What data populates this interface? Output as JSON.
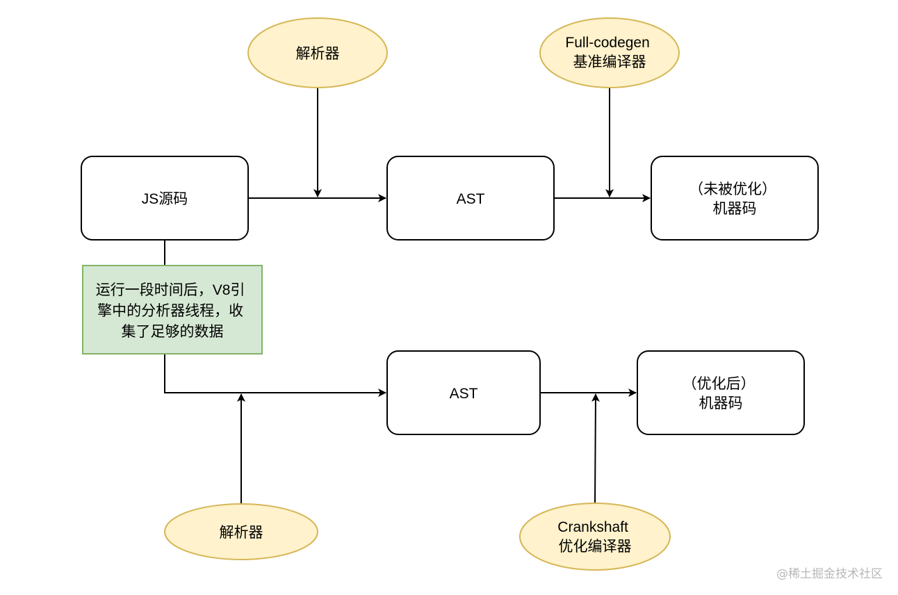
{
  "colors": {
    "stroke": "#000000",
    "box_fill": "#ffffff",
    "ellipse_fill": "#fff2cc",
    "ellipse_stroke": "#d6b656",
    "note_fill": "#d5e8d4",
    "note_stroke": "#82b366",
    "watermark": "#b8b8b8"
  },
  "nodes": {
    "js_source": {
      "lines": [
        "JS源码"
      ]
    },
    "ast_top": {
      "lines": [
        "AST"
      ]
    },
    "unoptimized_code": {
      "lines": [
        "（未被优化）",
        "机器码"
      ]
    },
    "parser_top": {
      "lines": [
        "解析器"
      ]
    },
    "full_codegen": {
      "lines": [
        "Full-codegen",
        "基准编译器"
      ]
    },
    "note": {
      "lines": [
        "运行一段时间后，V8引",
        "擎中的分析器线程，收",
        "集了足够的数据"
      ]
    },
    "ast_bottom": {
      "lines": [
        "AST"
      ]
    },
    "optimized_code": {
      "lines": [
        "（优化后）",
        "机器码"
      ]
    },
    "parser_bottom": {
      "lines": [
        "解析器"
      ]
    },
    "crankshaft": {
      "lines": [
        "Crankshaft",
        "优化编译器"
      ]
    }
  },
  "watermark": "@稀土掘金技术社区"
}
